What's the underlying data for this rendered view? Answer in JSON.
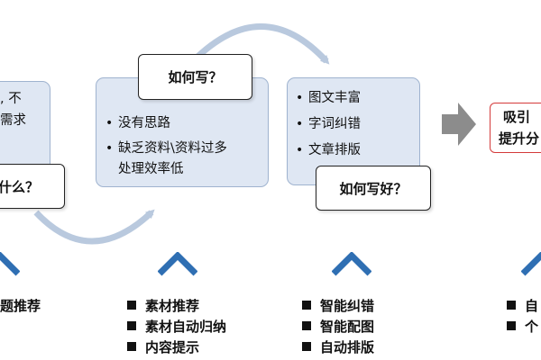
{
  "colors": {
    "panel_fill": "#dfe7f3",
    "panel_border": "#9fb3cf",
    "chevron": "#2f6fb3",
    "accent_red": "#d43a3a",
    "arc": "#b9c9de",
    "big_arrow": "#8c8c8c"
  },
  "stage1": {
    "panel_lines": [
      ", 不",
      "需求"
    ],
    "question": "什么？",
    "features": [
      "题推荐"
    ]
  },
  "stage2": {
    "question": "如何写？",
    "bullets": [
      "没有思路",
      "缺乏资料\\资料过多",
      "处理效率低"
    ],
    "features": [
      "素材推荐",
      "素材自动归纳",
      "内容提示"
    ]
  },
  "stage3": {
    "bullets": [
      "图文丰富",
      "字词纠错",
      "文章排版"
    ],
    "question": "如何写好？",
    "features": [
      "智能纠错",
      "智能配图",
      "自动排版"
    ]
  },
  "stage4": {
    "box_lines": [
      "吸引",
      "提升分"
    ],
    "features": [
      "自",
      "个"
    ]
  }
}
